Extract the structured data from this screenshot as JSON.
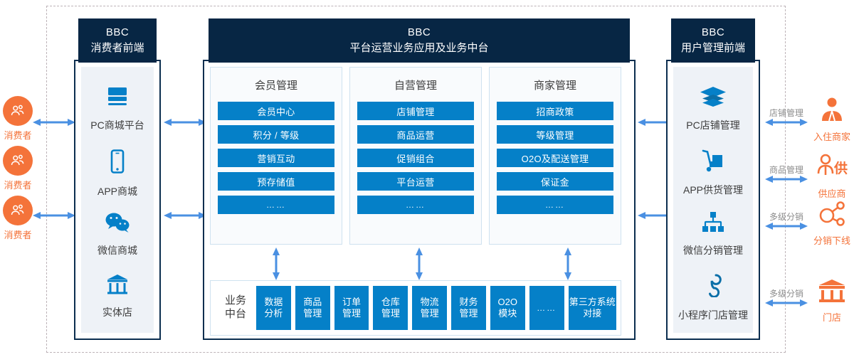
{
  "frame": {
    "note": "dashed system boundary"
  },
  "colors": {
    "dark_header": "#072644",
    "primary_blue": "#0580c8",
    "arrow_blue": "#4a90e2",
    "accent_orange": "#f4733a",
    "panel_bg": "#eef2f7",
    "muted_text": "#8c8c8c"
  },
  "left_actors": [
    {
      "label": "消费者",
      "icon": "consumers-icon"
    },
    {
      "label": "消费者",
      "icon": "consumers-icon"
    },
    {
      "label": "消费者",
      "icon": "consumers-icon"
    }
  ],
  "left_panel": {
    "header": {
      "line1": "BBC",
      "line2": "消费者前端"
    },
    "items": [
      {
        "label": "PC商城平台",
        "icon": "monitor-icon"
      },
      {
        "label": "APP商城",
        "icon": "mobile-icon"
      },
      {
        "label": "微信商城",
        "icon": "wechat-icon"
      },
      {
        "label": "实体店",
        "icon": "store-icon"
      }
    ]
  },
  "center_panel": {
    "header": {
      "line1": "BBC",
      "line2": "平台运营业务应用及业务中台"
    },
    "groups": [
      {
        "title": "会员管理",
        "items": [
          "会员中心",
          "积分 / 等级",
          "营销互动",
          "预存储值",
          "……"
        ]
      },
      {
        "title": "自营管理",
        "items": [
          "店铺管理",
          "商品运营",
          "促销组合",
          "平台运营",
          "……"
        ]
      },
      {
        "title": "商家管理",
        "items": [
          "招商政策",
          "等级管理",
          "O2O及配送管理",
          "保证金",
          "……"
        ]
      }
    ],
    "midbar": {
      "label_line1": "业务",
      "label_line2": "中台",
      "modules": [
        {
          "line1": "数据",
          "line2": "分析",
          "wide": false
        },
        {
          "line1": "商品",
          "line2": "管理",
          "wide": false
        },
        {
          "line1": "订单",
          "line2": "管理",
          "wide": false
        },
        {
          "line1": "仓库",
          "line2": "管理",
          "wide": false
        },
        {
          "line1": "物流",
          "line2": "管理",
          "wide": false
        },
        {
          "line1": "财务",
          "line2": "管理",
          "wide": false
        },
        {
          "line1": "O2O",
          "line2": "模块",
          "wide": false
        },
        {
          "line1": "……",
          "line2": "",
          "wide": false
        },
        {
          "line1": "第三方系统",
          "line2": "对接",
          "wide": true
        }
      ]
    }
  },
  "right_panel": {
    "header": {
      "line1": "BBC",
      "line2": "用户管理前端"
    },
    "items": [
      {
        "label": "PC店铺管理",
        "icon": "layers-icon"
      },
      {
        "label": "APP供货管理",
        "icon": "trolley-icon"
      },
      {
        "label": "微信分销管理",
        "icon": "hierarchy-icon"
      },
      {
        "label": "小程序门店管理",
        "icon": "miniprogram-icon"
      }
    ]
  },
  "right_relations": [
    {
      "label": "店铺管理",
      "actor": "入住商家",
      "icon": "merchant-icon"
    },
    {
      "label": "商品管理",
      "actor": "供应商",
      "icon": "supplier-icon"
    },
    {
      "label": "多级分销",
      "actor": "分销下线",
      "icon": "network-icon"
    },
    {
      "label": "多级分销",
      "actor": "门店",
      "icon": "shopfront-icon"
    }
  ]
}
